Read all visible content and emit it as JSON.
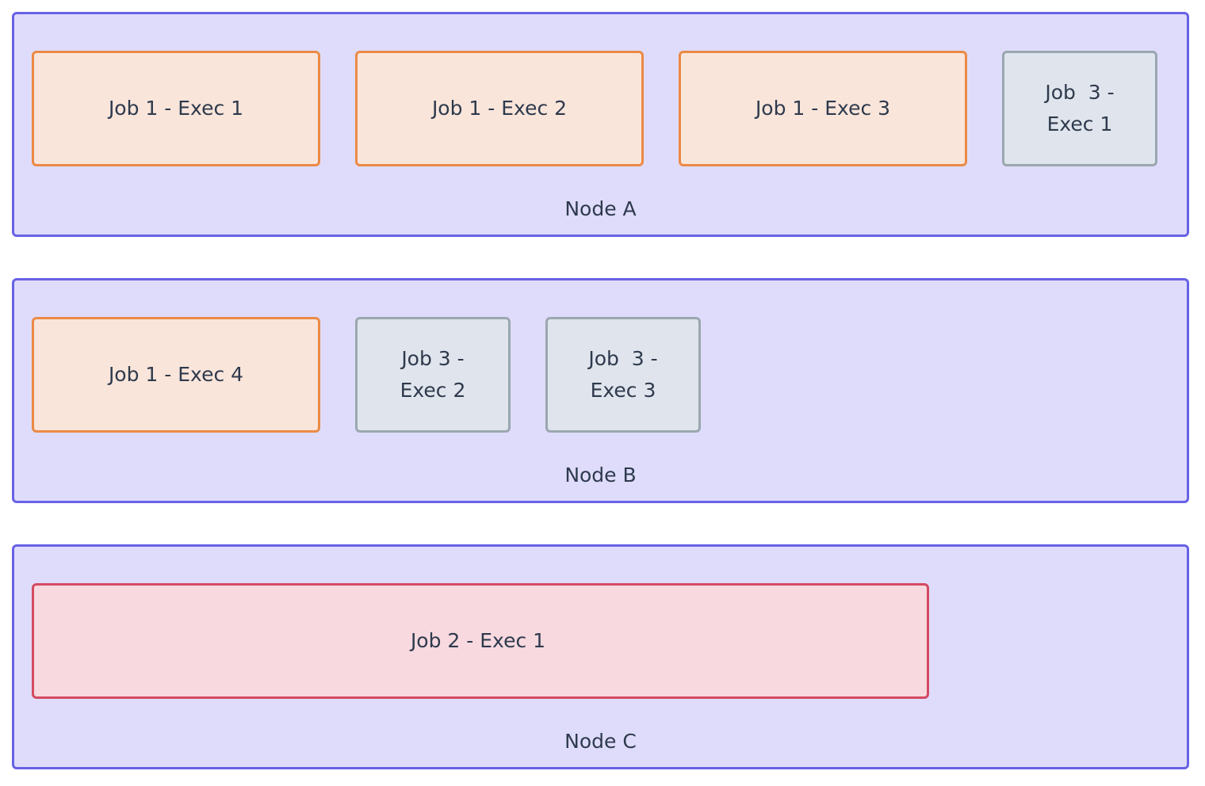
{
  "nodes": [
    {
      "label": "Node A",
      "executors": [
        {
          "label": "Job 1 - Exec 1",
          "job": "job1"
        },
        {
          "label": "Job 1 - Exec 2",
          "job": "job1"
        },
        {
          "label": "Job 1 - Exec 3",
          "job": "job1"
        },
        {
          "label": "Job  3 -\nExec 1",
          "job": "job3"
        }
      ]
    },
    {
      "label": "Node B",
      "executors": [
        {
          "label": "Job 1 - Exec 4",
          "job": "job1"
        },
        {
          "label": "Job 3 -\nExec 2",
          "job": "job3"
        },
        {
          "label": "Job  3 -\nExec 3",
          "job": "job3"
        }
      ]
    },
    {
      "label": "Node C",
      "executors": [
        {
          "label": "Job 2 - Exec 1",
          "job": "job2"
        }
      ]
    }
  ],
  "colors": {
    "node_fill": "#dfdcfb",
    "node_border": "#6861e6",
    "job1_fill": "#f9e5da",
    "job1_border": "#eb8a45",
    "job2_fill": "#f7d9df",
    "job2_border": "#d44a61",
    "job3_fill": "#e0e4ec",
    "job3_border": "#9aa7af",
    "text": "#2e3a4d"
  }
}
